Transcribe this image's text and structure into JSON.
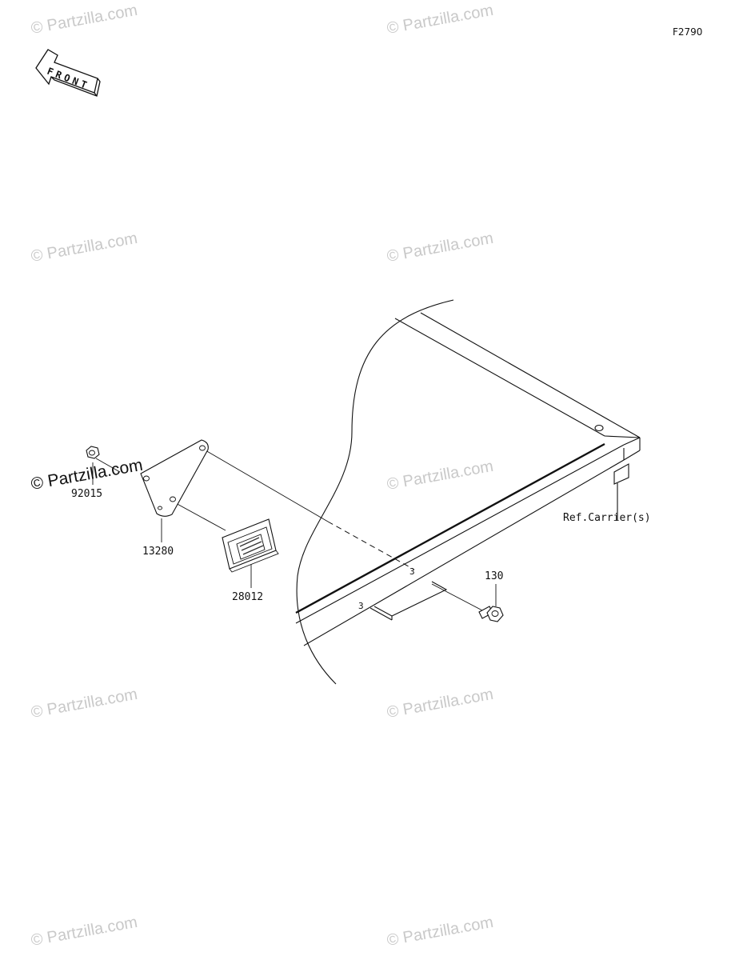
{
  "diagram_code": "F2790",
  "front_label": "FRONT",
  "reference_label": "Ref.Carrier(s)",
  "parts": [
    {
      "id": "nut",
      "number": "92015"
    },
    {
      "id": "bracket",
      "number": "13280"
    },
    {
      "id": "license-plate-lamp",
      "number": "28012"
    },
    {
      "id": "bolt",
      "number": "130"
    }
  ],
  "watermark": {
    "text": "© Partzilla.com",
    "color": "#c9c9c9"
  }
}
